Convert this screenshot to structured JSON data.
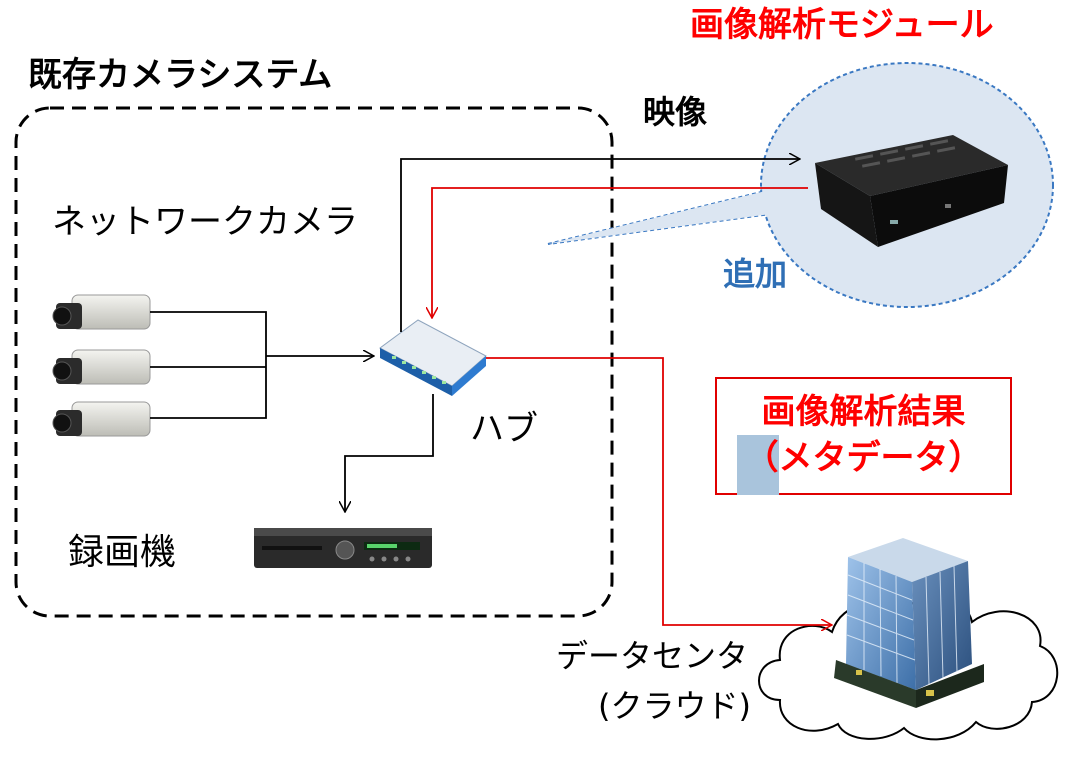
{
  "titles": {
    "existing_system": "既存カメラシステム",
    "analysis_module": "画像解析モジュール"
  },
  "labels": {
    "video": "映像",
    "addition": "追加",
    "network_cameras": "ネットワークカメラ",
    "hub": "ハブ",
    "recorder": "録画機",
    "result_line1": "画像解析結果",
    "result_line2": "（メタデータ）",
    "datacenter_line1": "データセンタ",
    "datacenter_line2": "(クラウド)"
  },
  "colors": {
    "metadata_line": "#e00000",
    "module_highlight": "#2f6fb5",
    "callout_fill": "#dce6f2"
  },
  "icons": [
    "network-camera-icon",
    "network-hub-icon",
    "video-recorder-icon",
    "analysis-module-box-icon",
    "cloud-icon",
    "office-building-icon"
  ]
}
